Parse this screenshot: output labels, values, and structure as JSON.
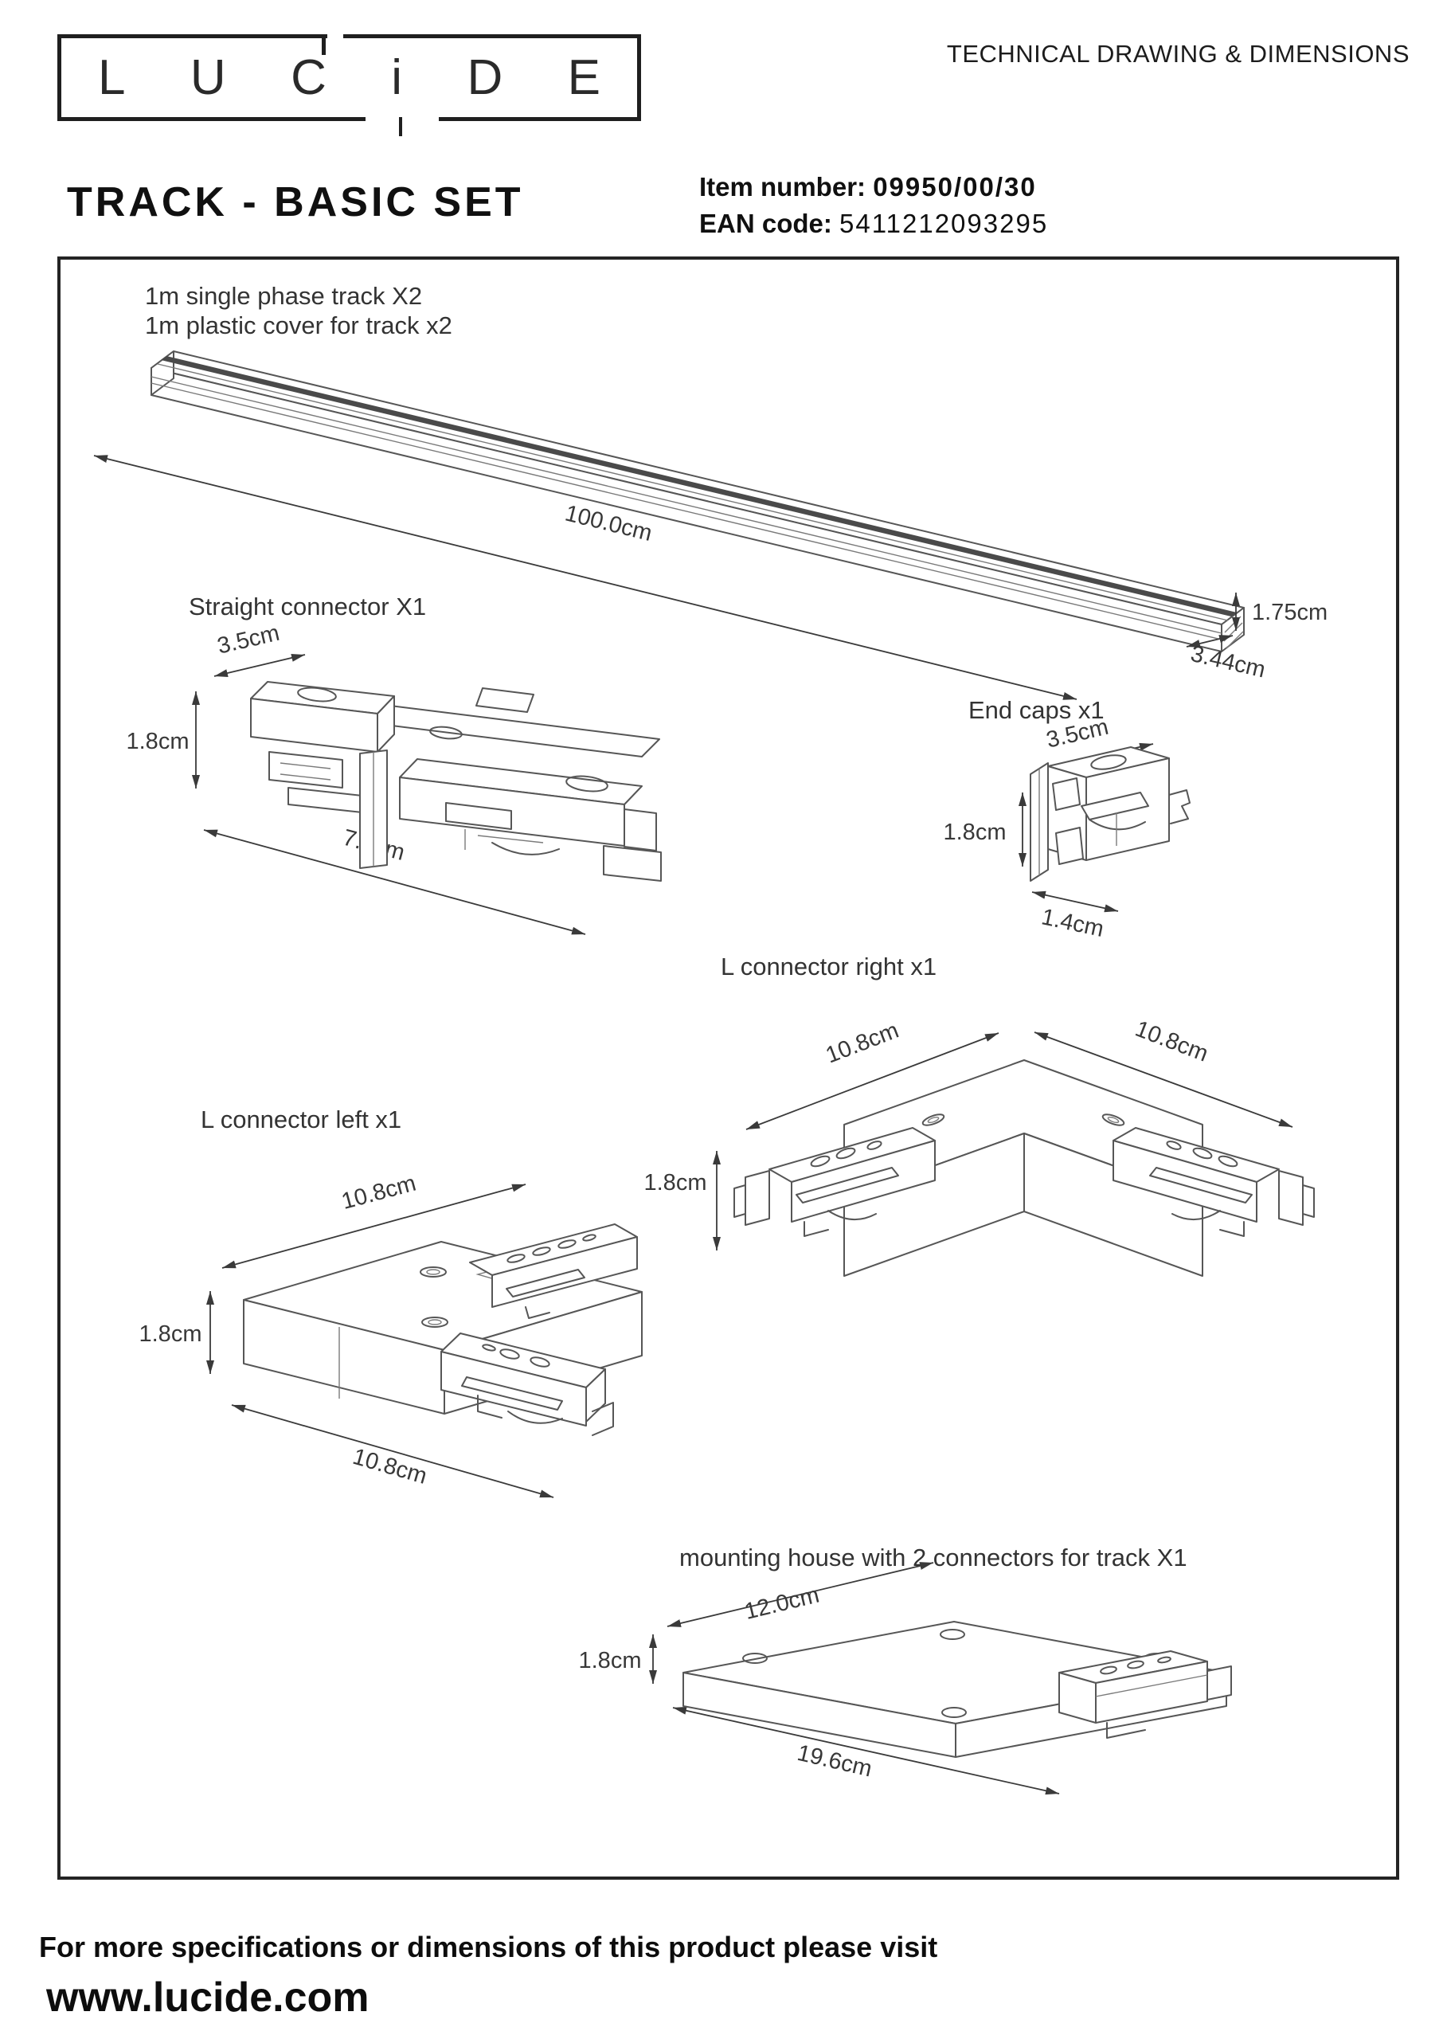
{
  "logo": {
    "letters": [
      "L",
      "U",
      "C",
      "i",
      "D",
      "E"
    ]
  },
  "header": {
    "doc_type": "TECHNICAL DRAWING & DIMENSIONS",
    "product_title": "TRACK - BASIC SET",
    "item_number_label": "Item number:",
    "item_number": "09950/00/30",
    "ean_label": "EAN code:",
    "ean_value": "5411212093295"
  },
  "components": {
    "track": {
      "desc_line1": "1m single phase track  X2",
      "desc_line2": "1m plastic cover for track   x2",
      "dim_length": "100.0cm",
      "dim_height": "1.75cm",
      "dim_width": "3.44cm"
    },
    "straight_connector": {
      "title": "Straight connector  X1",
      "dim_width": "3.5cm",
      "dim_height": "1.8cm",
      "dim_length": "7.8cm"
    },
    "end_caps": {
      "title": "End caps x1",
      "dim_width": "3.5cm",
      "dim_height": "1.8cm",
      "dim_depth": "1.4cm"
    },
    "l_connector_right": {
      "title": "L connector right  x1",
      "dim_arm_left": "10.8cm",
      "dim_arm_right": "10.8cm",
      "dim_height": "1.8cm"
    },
    "l_connector_left": {
      "title": "L connector left  x1",
      "dim_arm_top": "10.8cm",
      "dim_height": "1.8cm",
      "dim_arm_bottom": "10.8cm"
    },
    "mounting_house": {
      "title": "mounting house  with 2 connectors  for track  X1",
      "dim_width": "12.0cm",
      "dim_height": "1.8cm",
      "dim_length": "19.6cm"
    }
  },
  "footer": {
    "line1": "For more specifications or dimensions of this product please visit",
    "line2": "www.lucide.com"
  }
}
